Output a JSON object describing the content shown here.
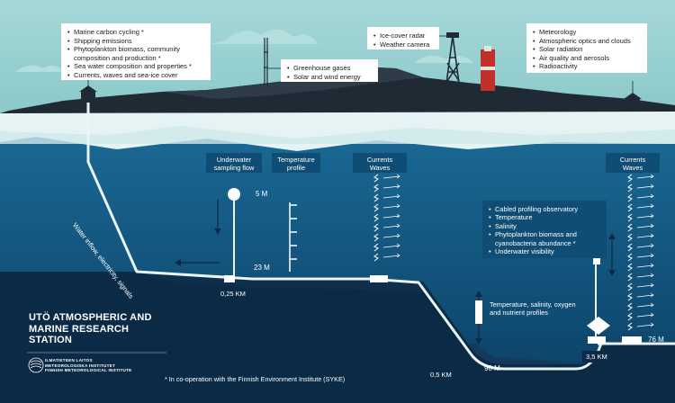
{
  "boxes": {
    "marine": [
      "Marine carbon cycling *",
      "Shipping emissions",
      "Phytoplankton biomass, community composition and production *",
      "Sea water composition and properties *",
      "Currents, waves and sea-ice cover"
    ],
    "greenhouse": [
      "Greenhouse gases",
      "Solar and wind energy"
    ],
    "icecover": [
      "Ice-cover radar",
      "Weather camera"
    ],
    "meteo": [
      "Meteorology",
      "Atmospheric optics and clouds",
      "Solar radiation",
      "Air quality and aerosols",
      "Radioactivity"
    ],
    "profiling": [
      "Cabled profiling observatory",
      "Temperature",
      "Salinity",
      "Phytoplankton biomass and cyanobacteria abundance *",
      "Underwater visibility"
    ]
  },
  "labels": {
    "underwater_sampling": "Underwater sampling flow",
    "temperature_profile": "Temperature profile",
    "currents_waves_1": "Currents Waves",
    "currents_waves_2": "Currents Waves",
    "tsonp": "Temperature, salinity, oxygen and nutrient profiles",
    "water_inflow": "Water inflow, electricity, signals"
  },
  "depths": {
    "d5": "5 M",
    "d23": "23 M",
    "d90": "90 M",
    "d76": "76 M"
  },
  "distances": {
    "k025": "0,25 KM",
    "k05": "0,5 KM",
    "k35": "3,5 KM"
  },
  "title": "UTÖ ATMOSPHERIC AND MARINE RESEARCH STATION",
  "logo": {
    "line1": "ILMATIETEEN LAITOS",
    "line2": "METEOROLOGISKA INSTITUTET",
    "line3": "FINNISH METEOROLOGICAL INSTITUTE"
  },
  "footnote": "* In co-operation with the Finnish Environment Institute (SYKE)",
  "colors": {
    "sky": "#9fd3d3",
    "sea": "#0e4f78",
    "deep": "#0b2a45",
    "land": "#1e2833",
    "ice": "#e6f3f5"
  }
}
